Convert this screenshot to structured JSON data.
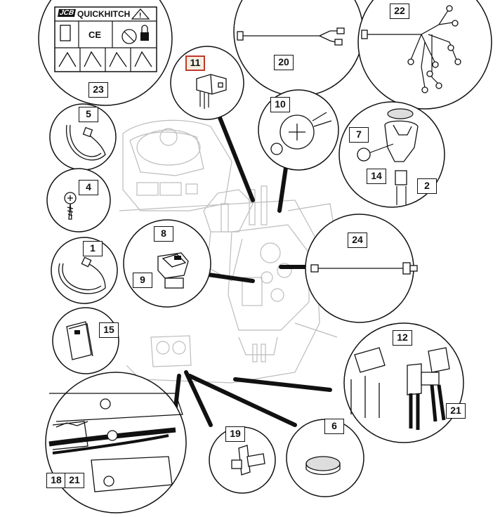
{
  "decal": {
    "brand": "JCB",
    "title": "QUICKHITCH",
    "mark": "CE"
  },
  "callouts": [
    {
      "id": "23",
      "label": "23"
    },
    {
      "id": "20",
      "label": "20"
    },
    {
      "id": "22",
      "label": "22"
    },
    {
      "id": "11",
      "label": "11",
      "highlighted": true
    },
    {
      "id": "5",
      "label": "5"
    },
    {
      "id": "4",
      "label": "4"
    },
    {
      "id": "1",
      "label": "1"
    },
    {
      "id": "10",
      "label": "10"
    },
    {
      "id": "7",
      "label": "7"
    },
    {
      "id": "14",
      "label": "14"
    },
    {
      "id": "2",
      "label": "2"
    },
    {
      "id": "8",
      "label": "8"
    },
    {
      "id": "9",
      "label": "9"
    },
    {
      "id": "24",
      "label": "24"
    },
    {
      "id": "15",
      "label": "15"
    },
    {
      "id": "12",
      "label": "12"
    },
    {
      "id": "21a",
      "label": "21"
    },
    {
      "id": "19",
      "label": "19"
    },
    {
      "id": "6",
      "label": "6"
    },
    {
      "id": "18",
      "label": "18"
    },
    {
      "id": "21b",
      "label": "21"
    }
  ],
  "colors": {
    "line": "#111111",
    "highlight_border": "#c0392b",
    "highlight_fill": "#f3efe0",
    "faint": "#bbbbbb"
  }
}
